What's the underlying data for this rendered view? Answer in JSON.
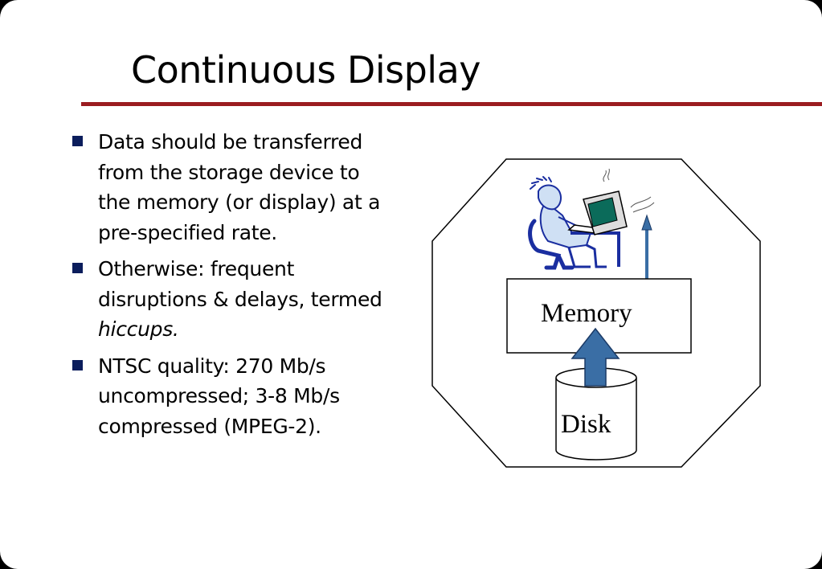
{
  "slide": {
    "title": "Continuous Display",
    "accent_color": "#9b1c20",
    "bullet_color": "#0b1d5c",
    "bullets": [
      {
        "text": "Data should be transferred from the storage device to the memory (or display) at a pre-specified rate."
      },
      {
        "text": "Otherwise: frequent disruptions & delays, termed ",
        "emphasis": "hiccups."
      },
      {
        "text": "NTSC quality: 270 Mb/s uncompressed; 3-8 Mb/s compressed (MPEG-2)."
      }
    ]
  },
  "diagram": {
    "memory_label": "Memory",
    "disk_label": "Disk",
    "arrow_color": "#3a6ea5",
    "user_icon": "person-at-computer-icon"
  }
}
